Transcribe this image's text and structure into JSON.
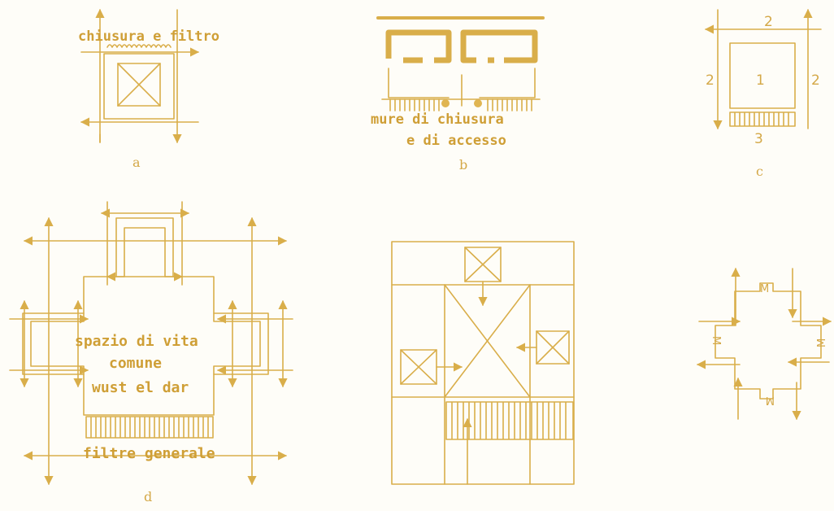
{
  "diagram_a": {
    "label": "chiusura e filtro",
    "caption": "a"
  },
  "diagram_b": {
    "label_line1": "mure di chiusura",
    "label_line2": "e di accesso",
    "caption": "b"
  },
  "diagram_c": {
    "center_number": "1",
    "top_number": "2",
    "left_number": "2",
    "right_number": "2",
    "bottom_number": "3",
    "caption": "c"
  },
  "diagram_d": {
    "center_line1": "spazio di vita",
    "center_line2": "comune",
    "center_line3": "wust el dar",
    "bottom_label": "filtre generale",
    "caption": "d"
  },
  "diagram_f": {
    "top_letter": "M",
    "left_letter": "M",
    "right_letter": "M",
    "bottom_letter": "M"
  },
  "colors": {
    "ink": "#d9ae4a",
    "paper": "#fefdf8"
  }
}
